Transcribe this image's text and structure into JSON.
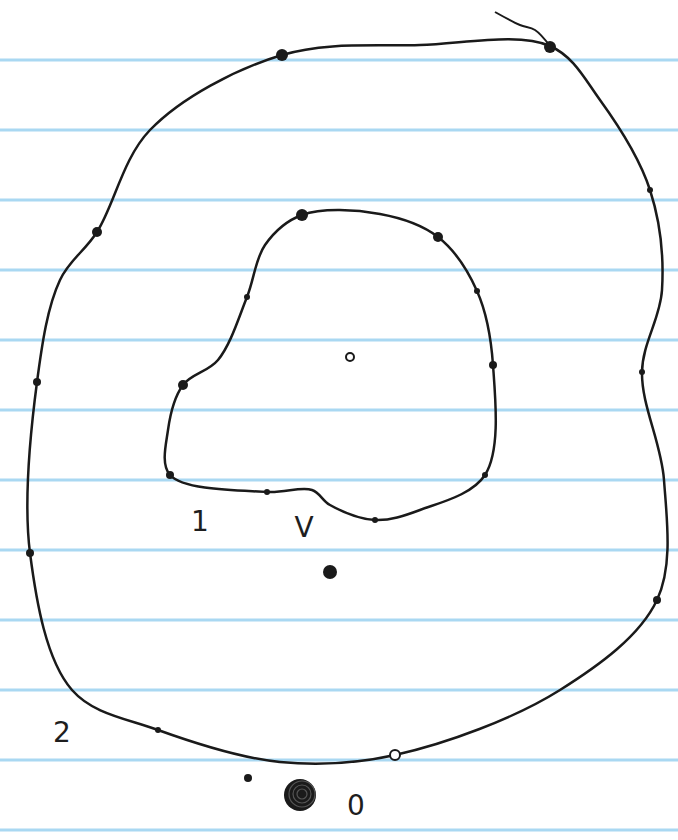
{
  "diagram": {
    "labels": [
      "1",
      "V",
      "2",
      "0"
    ]
  }
}
